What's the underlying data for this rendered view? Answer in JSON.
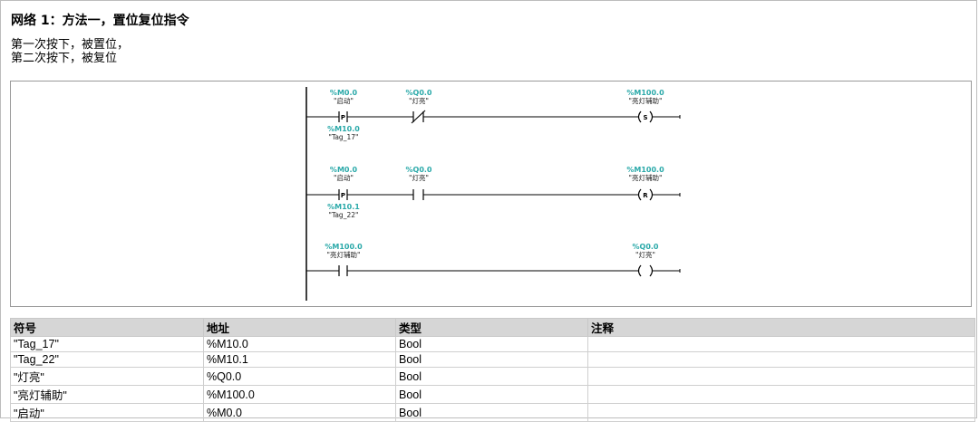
{
  "network": {
    "title": "网络 1：方法一，置位复位指令",
    "comment_lines": [
      "第一次按下，被置位，",
      "第二次按下，被复位"
    ]
  },
  "ladder": {
    "rungs": [
      {
        "contacts": [
          {
            "addr": "%M0.0",
            "name": "\"启动\"",
            "type": "P",
            "symbol": "P",
            "edge_addr": "%M10.0",
            "edge_name": "\"Tag_17\""
          },
          {
            "addr": "%Q0.0",
            "name": "\"灯亮\"",
            "type": "NC",
            "symbol": "/"
          }
        ],
        "coil": {
          "addr": "%M100.0",
          "name": "\"亮灯辅助\"",
          "type": "S",
          "symbol": "S"
        }
      },
      {
        "contacts": [
          {
            "addr": "%M0.0",
            "name": "\"启动\"",
            "type": "P",
            "symbol": "P",
            "edge_addr": "%M10.1",
            "edge_name": "\"Tag_22\""
          },
          {
            "addr": "%Q0.0",
            "name": "\"灯亮\"",
            "type": "NO",
            "symbol": ""
          }
        ],
        "coil": {
          "addr": "%M100.0",
          "name": "\"亮灯辅助\"",
          "type": "R",
          "symbol": "R"
        }
      },
      {
        "contacts": [
          {
            "addr": "%M100.0",
            "name": "\"亮灯辅助\"",
            "type": "NO",
            "symbol": ""
          }
        ],
        "coil": {
          "addr": "%Q0.0",
          "name": "\"灯亮\"",
          "type": "OUT",
          "symbol": ""
        }
      }
    ]
  },
  "tag_table": {
    "headers": [
      "符号",
      "地址",
      "类型",
      "注释"
    ],
    "rows": [
      [
        "\"Tag_17\"",
        "%M10.0",
        "Bool",
        ""
      ],
      [
        "\"Tag_22\"",
        "%M10.1",
        "Bool",
        ""
      ],
      [
        "\"灯亮\"",
        "%Q0.0",
        "Bool",
        ""
      ],
      [
        "\"亮灯辅助\"",
        "%M100.0",
        "Bool",
        ""
      ],
      [
        "\"启动\"",
        "%M0.0",
        "Bool",
        ""
      ]
    ]
  }
}
